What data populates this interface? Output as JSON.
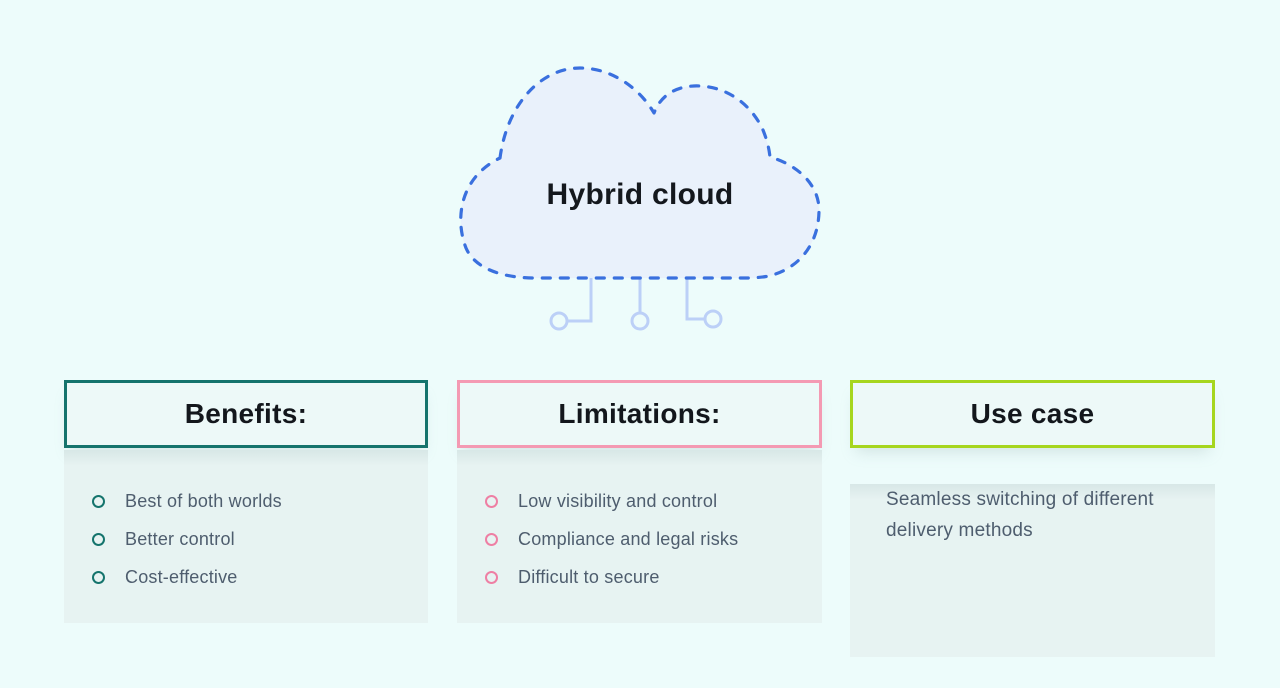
{
  "page": {
    "background_color": "#edfcfb"
  },
  "cloud": {
    "label": "Hybrid cloud",
    "fill_color": "#e9f1fb",
    "stroke_color": "#3a70de",
    "connector_color": "#bcd0f7"
  },
  "columns": [
    {
      "id": "benefits",
      "title": "Benefits:",
      "accent_color": "#15746d",
      "bullet_color": "#15746d",
      "items": [
        "Best of both worlds",
        "Better control",
        "Cost-effective"
      ]
    },
    {
      "id": "limitations",
      "title": "Limitations:",
      "accent_color": "#f49ab3",
      "bullet_color": "#ee7fa4",
      "items": [
        "Low visibility and control",
        "Compliance and legal risks",
        "Difficult to secure"
      ]
    },
    {
      "id": "use-case",
      "title": "Use case",
      "accent_color": "#a6d61e",
      "text": "Seamless switching of different delivery methods"
    }
  ]
}
